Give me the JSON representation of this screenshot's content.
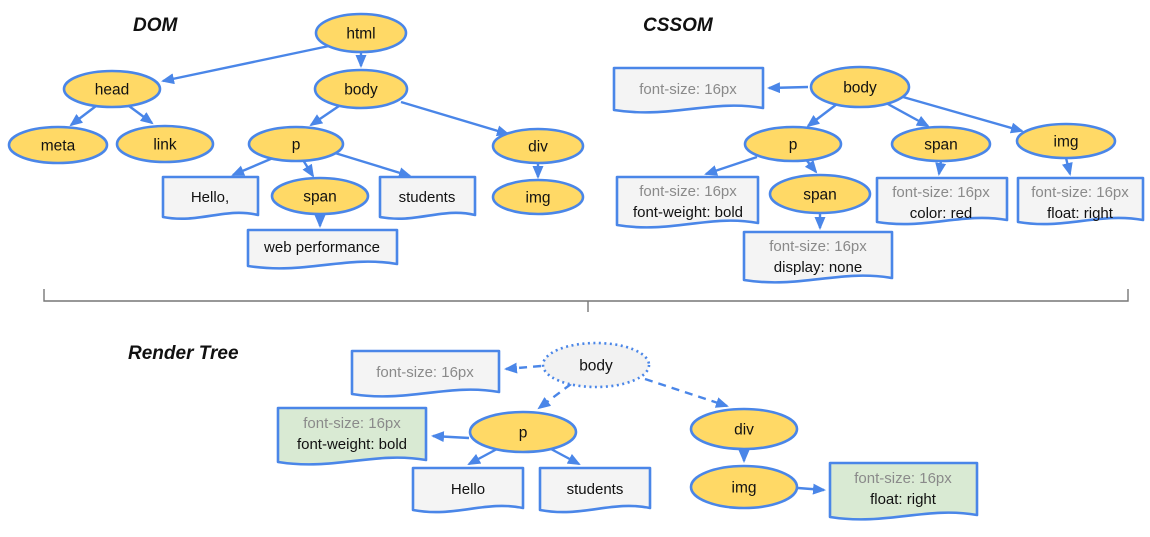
{
  "colors": {
    "node_fill": "#FFD966",
    "stroke_blue": "#4A86E8",
    "box_fill": "#F4F4F4",
    "green_fill": "#D9EAD3",
    "render_root_fill": "#F2F2F2",
    "gray_text": "#8A8A8A",
    "black_text": "#111111",
    "brace": "#777777"
  },
  "dom": {
    "title": "DOM",
    "nodes": {
      "html": "html",
      "head": "head",
      "body": "body",
      "meta": "meta",
      "link": "link",
      "p": "p",
      "div": "div",
      "span": "span",
      "img": "img"
    },
    "text_nodes": {
      "hello": "Hello,",
      "students": "students",
      "web_performance": "web performance"
    }
  },
  "cssom": {
    "title": "CSSOM",
    "nodes": {
      "body": "body",
      "p": "p",
      "span": "span",
      "img": "img",
      "p_span": "span"
    },
    "rules": {
      "body": [
        "font-size: 16px"
      ],
      "p": [
        "font-size: 16px",
        "font-weight: bold"
      ],
      "p_span": [
        "font-size: 16px",
        "display: none"
      ],
      "span": [
        "font-size: 16px",
        "color: red"
      ],
      "img": [
        "font-size: 16px",
        "float: right"
      ]
    }
  },
  "render_tree": {
    "title": "Render Tree",
    "nodes": {
      "body": "body",
      "p": "p",
      "div": "div",
      "img": "img"
    },
    "text_nodes": {
      "hello": "Hello",
      "students": "students"
    },
    "rules": {
      "body": [
        "font-size: 16px"
      ],
      "p": [
        "font-size: 16px",
        "font-weight: bold"
      ],
      "img": [
        "font-size: 16px",
        "float: right"
      ]
    }
  }
}
